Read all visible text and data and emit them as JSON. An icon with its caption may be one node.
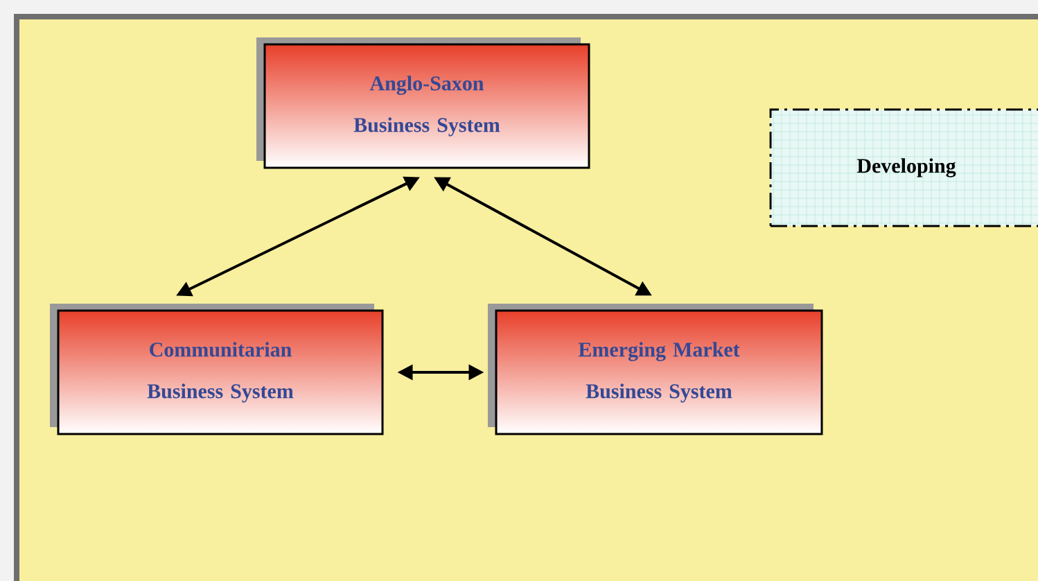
{
  "diagram": {
    "nodes": [
      {
        "text": [
          "Anglo-Saxon Business System"
        ]
      },
      {
        "text": [
          "Communitarian Business System"
        ]
      },
      {
        "text": [
          "Emerging Market Business System"
        ]
      },
      {
        "text": [
          "Developing"
        ]
      }
    ],
    "edges": [
      {
        "from": 0,
        "to": 1,
        "arrow": "both"
      },
      {
        "from": 0,
        "to": 2,
        "arrow": "both"
      },
      {
        "from": 1,
        "to": 2,
        "arrow": "both"
      }
    ]
  }
}
